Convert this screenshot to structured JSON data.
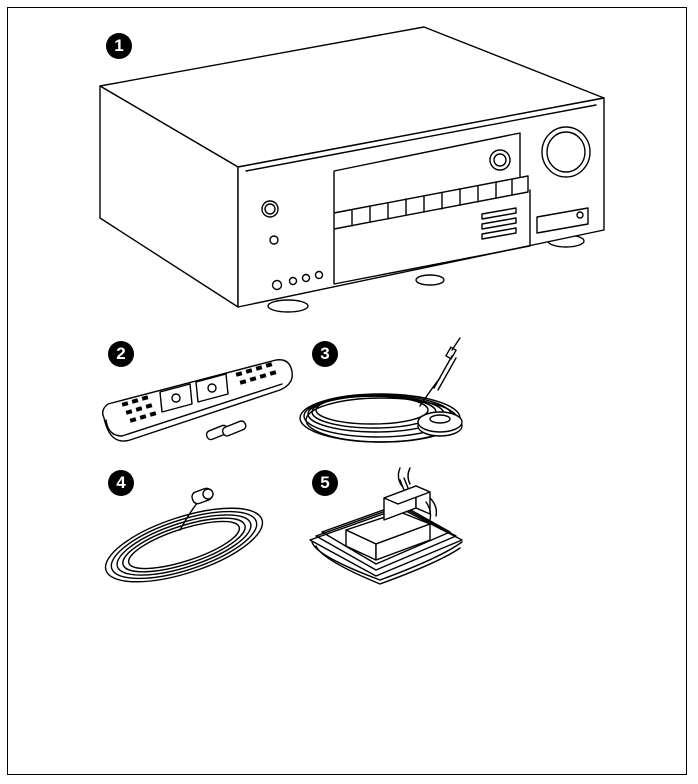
{
  "accessories": [
    {
      "number": "1",
      "icon": "av-receiver-icon"
    },
    {
      "number": "2",
      "icon": "remote-control-with-batteries-icon"
    },
    {
      "number": "3",
      "icon": "speaker-setup-microphone-icon"
    },
    {
      "number": "4",
      "icon": "fm-antenna-icon"
    },
    {
      "number": "5",
      "icon": "am-loop-antenna-icon"
    }
  ],
  "colors": {
    "ink": "#000000",
    "paper": "#ffffff"
  }
}
